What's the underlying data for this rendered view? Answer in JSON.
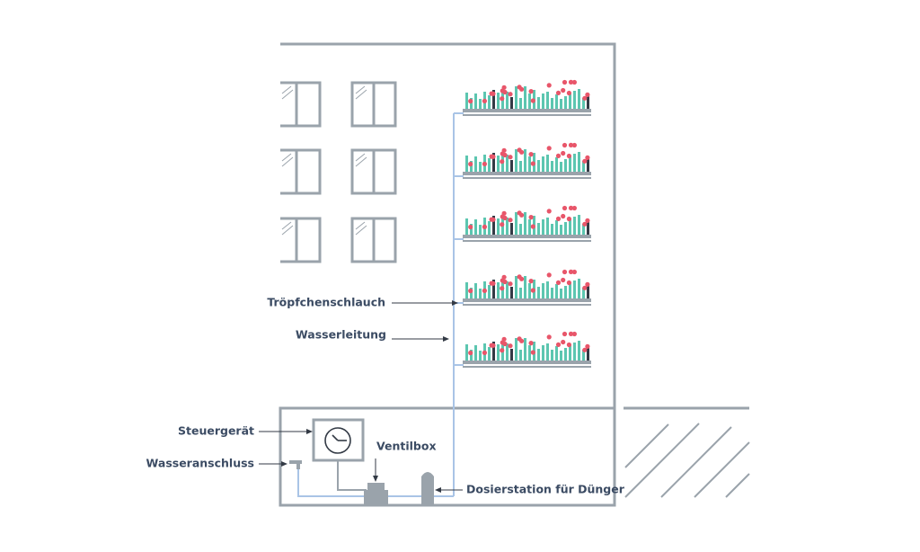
{
  "labels": {
    "drip_hose": "Tröpfchenschlauch",
    "water_pipe": "Wasserleitung",
    "controller": "Steuergerät",
    "water_connection": "Wasseranschluss",
    "valve_box": "Ventilbox",
    "dosing_station": "Dosierstation für Dünger"
  },
  "colors": {
    "wall": "#9aa3ab",
    "pipe": "#a9c4e6",
    "plant": "#5cc6b0",
    "plant_dark": "#333a45",
    "flower": "#e8566a",
    "tray": "#9aa3ab",
    "text": "#3b4b63"
  },
  "icons": {
    "controller_clock": "clock-icon",
    "hatch": "ground-hatch"
  }
}
